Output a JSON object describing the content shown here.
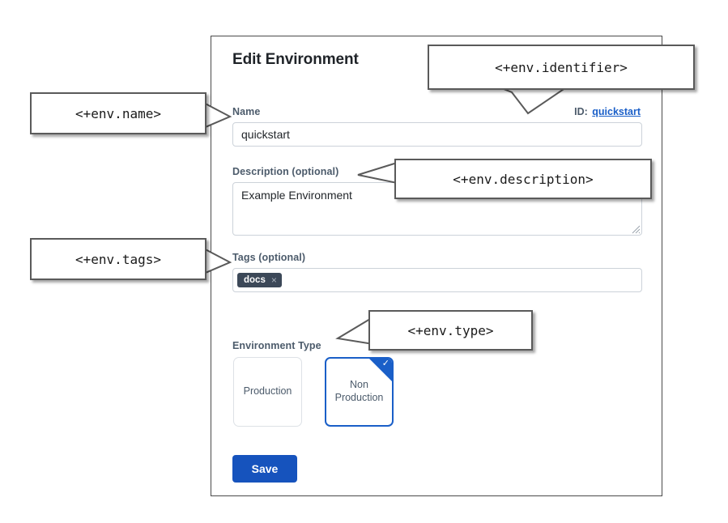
{
  "dialog": {
    "title": "Edit Environment",
    "identifier": {
      "prefix": "ID:",
      "value": "quickstart"
    },
    "fields": {
      "name": {
        "label": "Name",
        "value": "quickstart",
        "placeholder": ""
      },
      "description": {
        "label": "Description (optional)",
        "value": "Example Environment",
        "placeholder": ""
      },
      "tags": {
        "label": "Tags (optional)",
        "chips": [
          {
            "label": "docs",
            "remove_icon": "×"
          }
        ]
      },
      "environment_type": {
        "label": "Environment Type",
        "options": [
          {
            "label": "Production",
            "selected": false
          },
          {
            "label": "Non Production",
            "selected": true
          }
        ],
        "selected_check_glyph": "✓"
      }
    },
    "save_label": "Save"
  },
  "annotations": [
    {
      "id": "name",
      "text": "<+env.name>"
    },
    {
      "id": "identifier",
      "text": "<+env.identifier>"
    },
    {
      "id": "description",
      "text": "<+env.description>"
    },
    {
      "id": "tags",
      "text": "<+env.tags>"
    },
    {
      "id": "type",
      "text": "<+env.type>"
    }
  ],
  "colors": {
    "accent_blue": "#1a5fc8",
    "save_blue": "#1653bd",
    "label_slate": "#4c5b6b",
    "chip_slate": "#3c4858",
    "panel_border": "#4a4a4a",
    "callout_border": "#5a5a5a"
  }
}
